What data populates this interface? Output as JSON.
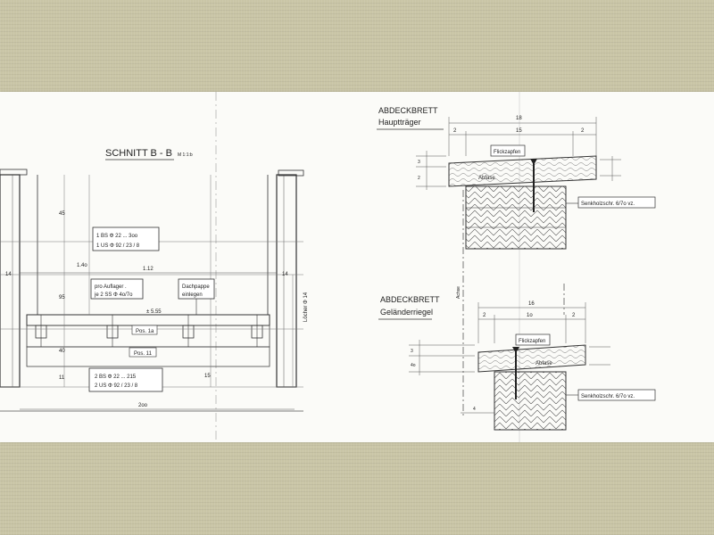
{
  "palette": {
    "background": "#c9c5a6",
    "sheet": "#fbfbf8",
    "ink": "#222222"
  },
  "section": {
    "title": "SCHNITT  B - B",
    "scale": "M 1:1:b",
    "note_top": [
      "1  BS  Φ 22 ... 3oo",
      "1  US  Φ 92 / 23 / 8"
    ],
    "note_support": [
      "pro  Auflager .",
      "je  2  SS  Φ  4o/7o"
    ],
    "note_dachpappe": [
      "Dachpappe",
      "einlegen"
    ],
    "note_bottom": [
      "2  BS  Φ 22 ... 215",
      "2  US  Φ 92 / 23 / 8"
    ],
    "level_mark": "± 5.55",
    "pos_upper": "Pos. 1a",
    "pos_lower": "Pos. 11",
    "dim_width": "2oo",
    "dim_mid": "1.12",
    "dim_left_1": "45",
    "dim_left_2": "14",
    "dim_left_3": "95",
    "dim_left_4": "40",
    "dim_left_5": "11",
    "dim_vert_1": "1.4o",
    "dim_vert_2": "95",
    "dim_vert_3": "15",
    "dim_right_1": "14",
    "dim_right_2": "Löcher Φ 14"
  },
  "detail_main": {
    "title_1": "ABDECKBRETT",
    "title_2": "Hauptträger",
    "dim_total": "18",
    "dim_left": "2",
    "dim_mid": "15",
    "dim_right": "2",
    "label_flickzapfen": "Flickzapfen",
    "label_abfase": "Abfase",
    "label_screw": "Senkholzschr.  6/7o  vz.",
    "dim_side_1": "3",
    "dim_side_2": "2",
    "label_axis": "Achse"
  },
  "detail_rail": {
    "title_1": "ABDECKBRETT",
    "title_2": "Geländerriegel",
    "dim_total": "16",
    "dim_left": "2",
    "dim_mid": "1o",
    "dim_right": "2",
    "label_flickzapfen": "Flickzapfen",
    "label_abfase": "Abfase",
    "label_screw": "Senkholzschr.  6/7o  vz.",
    "dim_side_1": "3",
    "dim_side_2": "4o",
    "dim_bottom": "4"
  }
}
